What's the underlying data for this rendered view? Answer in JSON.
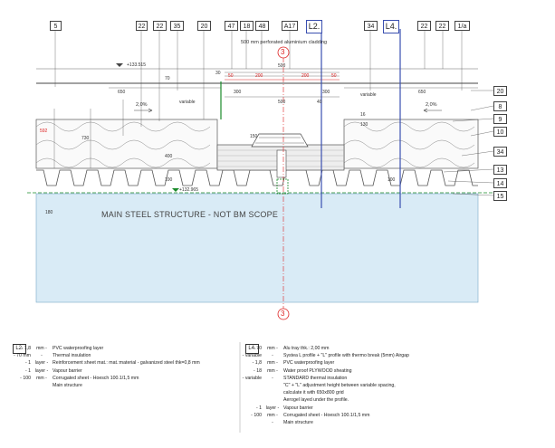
{
  "top_tags": [
    "5",
    "22",
    "22",
    "35",
    "20",
    "47",
    "18",
    "48",
    "A17",
    "L2.",
    "34",
    "L4.",
    "22",
    "22",
    "1/a"
  ],
  "right_tags": [
    "20",
    "8",
    "9",
    "10",
    "34",
    "13",
    "14",
    "15"
  ],
  "notes": {
    "cladding": "500 mm perforated aluminium cladding",
    "level_top": "+133.515",
    "level_bottom": "+132.965",
    "scope": "MAIN STEEL STRUCTURE - NOT BM SCOPE",
    "slope": "2,0%",
    "section_mark": "3"
  },
  "dims": {
    "d500": "500",
    "d650": "650",
    "d300": "300",
    "d200": "200",
    "d50": "50",
    "d40": "40",
    "d70": "70",
    "d100": "100",
    "d180": "180",
    "d400": "400",
    "d16": "16",
    "d730": "730",
    "d130": "130",
    "d592": "592",
    "d150": "150",
    "d30": "30",
    "variable": "variable"
  },
  "legend_l2": {
    "id": "L2.",
    "rows": [
      {
        "qty": "- 1,8",
        "unit": "mm -",
        "desc": "PVC waterproofing layer"
      },
      {
        "qty": "- 70 mm",
        "unit": "-",
        "desc": "Thermal insulation"
      },
      {
        "qty": "- 1",
        "unit": "layer -",
        "desc": "Reinforcement sheet mat.: mat.:material - galvanized steel thk=0,8 mm"
      },
      {
        "qty": "- 1",
        "unit": "layer -",
        "desc": "Vapour barrier"
      },
      {
        "qty": "- 100",
        "unit": "mm -",
        "desc": "Corrugated sheet - Hoesch 100.1/1,5 mm"
      },
      {
        "qty": "",
        "unit": "",
        "desc": "Main structure"
      }
    ]
  },
  "legend_l4": {
    "id": "L4.",
    "rows": [
      {
        "qty": "- 70",
        "unit": "mm -",
        "desc": "Alu tray thk.: 2,00 mm"
      },
      {
        "qty": "- variable",
        "unit": "-",
        "desc": "Systea L profile + \"L\" profile with thermo break (5mm)  Airgap"
      },
      {
        "qty": "- 1,8",
        "unit": "mm -",
        "desc": "PVC waterproofing layer"
      },
      {
        "qty": "- 18",
        "unit": "mm -",
        "desc": "Water proof PLYWOOD sheating"
      },
      {
        "qty": "- variable",
        "unit": "-",
        "desc": "STANDARD thermal insulation"
      },
      {
        "qty": "",
        "unit": "",
        "desc": "\"C\" + \"L\" adjustment height between variable spacing,"
      },
      {
        "qty": "",
        "unit": "",
        "desc": "calculate it with 650x800 grid"
      },
      {
        "qty": "",
        "unit": "",
        "desc": "Aerogel layed under the profile."
      },
      {
        "qty": "- 1",
        "unit": "layer -",
        "desc": "Vapour barrier"
      },
      {
        "qty": "- 100",
        "unit": "mm -",
        "desc": "Corrugated sheet - Hoesch 100.1/1,5 mm"
      },
      {
        "qty": "",
        "unit": "-",
        "desc": "Main structure"
      }
    ]
  },
  "colors": {
    "line": "#444444",
    "blue_fill": "#d9ebf6",
    "red": "#d22222",
    "green": "#1a8a2a",
    "blue_line": "#3a4fb0"
  }
}
